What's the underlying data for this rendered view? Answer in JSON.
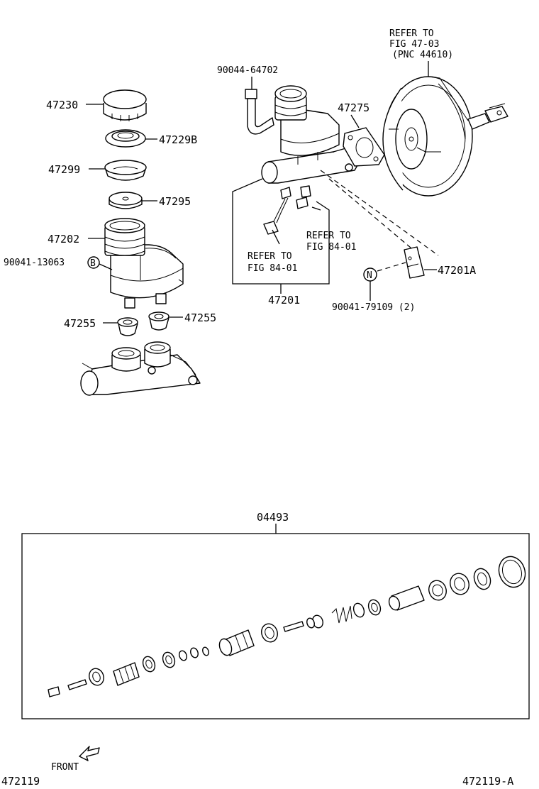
{
  "labels": {
    "p47230": "47230",
    "p47229b": "47229B",
    "p47299": "47299",
    "p47295": "47295",
    "p47202": "47202",
    "p90041_13063": "90041-13063",
    "marker_b": "B",
    "p47255_left": "47255",
    "p47255_right": "47255",
    "p90044_64702": "90044-64702",
    "p47275": "47275",
    "p47201": "47201",
    "p47201a": "47201A",
    "marker_n": "N",
    "p90041_79109": "90041-79109 (2)",
    "p04493": "04493"
  },
  "refs": {
    "booster_line1": "REFER TO",
    "booster_line2": "FIG 47-03",
    "booster_line3": "(PNC 44610)",
    "fig84_left_line1": "REFER TO",
    "fig84_left_line2": "FIG 84-01",
    "fig84_right_line1": "REFER TO",
    "fig84_right_line2": "FIG 84-01"
  },
  "footer": {
    "front": "FRONT",
    "code_left": "472119",
    "code_right": "472119-A"
  }
}
